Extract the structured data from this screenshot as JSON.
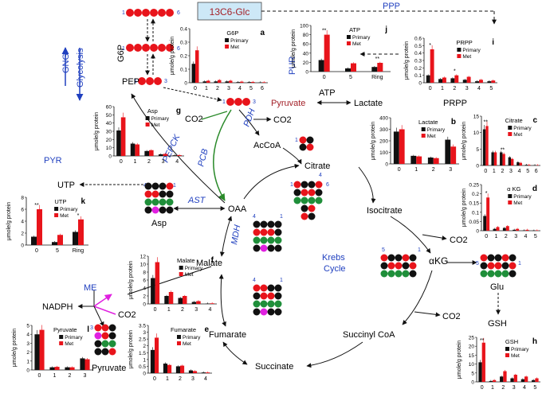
{
  "colors": {
    "red": "#e8141b",
    "black": "#111111",
    "green": "#1f8f3a",
    "magenta": "#e020e0",
    "blue": "#1f3fbf",
    "dark_red": "#a4222a",
    "path_green": "#2a8a2a",
    "glc_box": "#cde8f7"
  },
  "header": {
    "glc_label": "13C6-Glc",
    "ppp": "PPP",
    "pur": "PUR"
  },
  "metabolites": {
    "g6p": "G6P",
    "pep": "PEP",
    "pyruvate_top": "Pyruvate",
    "lactate": "Lactate",
    "atp": "ATP",
    "prpp": "PRPP",
    "co2_left": "CO2",
    "co2_right": "CO2",
    "accoa": "AcCoA",
    "citrate": "Citrate",
    "isocitrate": "Isocitrate",
    "co2_akg": "CO2",
    "akg": "αKG",
    "glu": "Glu",
    "gsh": "GSH",
    "co2_succ": "CO2",
    "succinyl_coa": "Succinyl CoA",
    "succinate": "Succinate",
    "fumarate": "Fumarate",
    "malate": "Malate",
    "oaa": "OAA",
    "asp": "Asp",
    "utp": "UTP",
    "nadph": "NADPH",
    "co2_me": "CO2",
    "pyruvate_bottom": "Pyruvate",
    "pyr": "PYR"
  },
  "enzymes": {
    "pdh": "PDH",
    "pcb": "PCB",
    "pepck": "PEPCK",
    "ast": "AST",
    "mdh": "MDH",
    "me": "ME",
    "krebs1": "Krebs",
    "krebs2": "Cycle"
  },
  "pathways": {
    "gng": "GNG",
    "glycolysis": "Glycolysis"
  },
  "atom_labels": {
    "glc_left": "1",
    "glc_right": "6",
    "g6p_left": "1",
    "g6p_right": "6",
    "pep_left": "1",
    "pep_right": "3",
    "pyr_left": "1",
    "pyr_right": "3",
    "ac_left": "1",
    "cit_top": "4",
    "cit_left": "1",
    "cit_right": "6",
    "akg_left": "5",
    "akg_right": "1",
    "glu_left": "5",
    "glu_right": "1",
    "oaa_left": "4",
    "oaa_right": "1",
    "mal1_left": "4",
    "mal1_right": "1",
    "mal2_left": "4",
    "mal2_right": "1",
    "pyrb_left": "3"
  },
  "common": {
    "ylabel": "μmole/g protein",
    "legend_primary": "Primary",
    "legend_met": "Met"
  },
  "chart_data": [
    {
      "id": "a",
      "type": "bar",
      "panel_letter": "a",
      "title": "G6P",
      "categories": [
        "0",
        "1",
        "2",
        "3",
        "4",
        "5",
        "6"
      ],
      "ylim": [
        0,
        0.4
      ],
      "yticks": [
        "0",
        "0.1",
        "0.2",
        "0.3",
        "0.4"
      ],
      "series": [
        {
          "name": "Primary",
          "values": [
            0.14,
            0.01,
            0.01,
            0.01,
            0.005,
            0.005,
            0.003
          ]
        },
        {
          "name": "Met",
          "values": [
            0.24,
            0.015,
            0.02,
            0.015,
            0.008,
            0.006,
            0.004
          ]
        }
      ],
      "annotations": []
    },
    {
      "id": "j",
      "type": "bar",
      "panel_letter": "j",
      "title": "ATP",
      "categories": [
        "0",
        "5",
        "Ring"
      ],
      "ylim": [
        0,
        100
      ],
      "yticks": [
        "0",
        "20",
        "40",
        "60",
        "80",
        "100"
      ],
      "series": [
        {
          "name": "Primary",
          "values": [
            25,
            7,
            10
          ]
        },
        {
          "name": "Met",
          "values": [
            80,
            18,
            19
          ]
        }
      ],
      "annotations": [
        "**",
        "**"
      ]
    },
    {
      "id": "i",
      "type": "bar",
      "panel_letter": "i",
      "title": "PRPP",
      "categories": [
        "0",
        "1",
        "2",
        "3",
        "4",
        "5"
      ],
      "ylim": [
        0,
        0.6
      ],
      "yticks": [
        "0",
        "0.1",
        "0.2",
        "0.3",
        "0.4",
        "0.5",
        "0.6"
      ],
      "series": [
        {
          "name": "Primary",
          "values": [
            0.1,
            0.05,
            0.06,
            0.04,
            0.02,
            0.02
          ]
        },
        {
          "name": "Met",
          "values": [
            0.45,
            0.07,
            0.1,
            0.08,
            0.04,
            0.03
          ]
        }
      ],
      "annotations": [
        "*",
        "*"
      ]
    },
    {
      "id": "g",
      "type": "bar",
      "panel_letter": "g",
      "title": "Asp",
      "categories": [
        "0",
        "1",
        "2",
        "3",
        "4"
      ],
      "ylim": [
        0,
        60
      ],
      "yticks": [
        "0",
        "10",
        "20",
        "30",
        "40",
        "50",
        "60"
      ],
      "series": [
        {
          "name": "Primary",
          "values": [
            31,
            15,
            6,
            2,
            0.8
          ]
        },
        {
          "name": "Met",
          "values": [
            47,
            14,
            7,
            2.5,
            1
          ]
        }
      ],
      "annotations": []
    },
    {
      "id": "b",
      "type": "bar",
      "panel_letter": "b",
      "title": "Lactate",
      "categories": [
        "0",
        "1",
        "2",
        "3"
      ],
      "ylim": [
        0,
        400
      ],
      "yticks": [
        "0",
        "100",
        "200",
        "300",
        "400"
      ],
      "series": [
        {
          "name": "Primary",
          "values": [
            280,
            70,
            55,
            210
          ]
        },
        {
          "name": "Met",
          "values": [
            300,
            65,
            50,
            150
          ]
        }
      ],
      "annotations": []
    },
    {
      "id": "c",
      "type": "bar",
      "panel_letter": "c",
      "title": "Citrate",
      "categories": [
        "0",
        "1",
        "2",
        "3",
        "4",
        "5",
        "6"
      ],
      "ylim": [
        0,
        15
      ],
      "yticks": [
        "0",
        "5",
        "10",
        "15"
      ],
      "series": [
        {
          "name": "Primary",
          "values": [
            11,
            4,
            4,
            2.5,
            1,
            0.2,
            0.1
          ]
        },
        {
          "name": "Met",
          "values": [
            12,
            4,
            3.5,
            2,
            0.8,
            0.2,
            0.1
          ]
        }
      ],
      "annotations": [
        "**",
        "**"
      ]
    },
    {
      "id": "d",
      "type": "bar",
      "panel_letter": "d",
      "title": "α KG",
      "categories": [
        "0",
        "1",
        "2",
        "3",
        "4",
        "5"
      ],
      "ylim": [
        0,
        0.25
      ],
      "yticks": [
        "0",
        "0.05",
        "0.1",
        "0.15",
        "0.2",
        "0.25"
      ],
      "series": [
        {
          "name": "Primary",
          "values": [
            0.08,
            0.01,
            0.015,
            0.005,
            0.002,
            0.001
          ]
        },
        {
          "name": "Met",
          "values": [
            0.18,
            0.02,
            0.025,
            0.01,
            0.005,
            0.002
          ]
        }
      ],
      "annotations": [
        "*"
      ]
    },
    {
      "id": "k",
      "type": "bar",
      "panel_letter": "k",
      "title": "UTP",
      "categories": [
        "0",
        "5",
        "Ring"
      ],
      "ylim": [
        0,
        8
      ],
      "yticks": [
        "0",
        "2",
        "4",
        "6",
        "8"
      ],
      "series": [
        {
          "name": "Primary",
          "values": [
            1.4,
            0.5,
            2.2
          ]
        },
        {
          "name": "Met",
          "values": [
            6,
            1.7,
            4.3
          ]
        }
      ],
      "annotations": [
        "**",
        "*"
      ]
    },
    {
      "id": "f",
      "type": "bar",
      "panel_letter": "f",
      "title": "Malate",
      "categories": [
        "0",
        "1",
        "2",
        "3",
        "4"
      ],
      "ylim": [
        0,
        12
      ],
      "yticks": [
        "0",
        "2",
        "4",
        "6",
        "8",
        "10",
        "12"
      ],
      "series": [
        {
          "name": "Primary",
          "values": [
            6.5,
            2,
            1.5,
            0.5,
            0.1
          ]
        },
        {
          "name": "Met",
          "values": [
            10.5,
            3,
            2,
            0.7,
            0.15
          ]
        }
      ],
      "annotations": []
    },
    {
      "id": "e",
      "type": "bar",
      "panel_letter": "e",
      "title": "Fumarate",
      "categories": [
        "0",
        "1",
        "2",
        "3",
        "4"
      ],
      "ylim": [
        0,
        3.5
      ],
      "yticks": [
        "0",
        "0.5",
        "1",
        "1.5",
        "2",
        "2.5",
        "3",
        "3.5"
      ],
      "series": [
        {
          "name": "Primary",
          "values": [
            1.7,
            0.7,
            0.5,
            0.2,
            0.05
          ]
        },
        {
          "name": "Met",
          "values": [
            2.6,
            0.6,
            0.55,
            0.15,
            0.05
          ]
        }
      ],
      "annotations": []
    },
    {
      "id": "l",
      "type": "bar",
      "panel_letter": "l",
      "title": "Pyruvate",
      "categories": [
        "0",
        "1",
        "2",
        "3"
      ],
      "ylim": [
        0,
        5
      ],
      "yticks": [
        "0",
        "1",
        "2",
        "3",
        "4",
        "5"
      ],
      "series": [
        {
          "name": "Primary",
          "values": [
            4,
            0.3,
            0.3,
            1.3
          ]
        },
        {
          "name": "Met",
          "values": [
            4.5,
            0.35,
            0.3,
            1.2
          ]
        }
      ],
      "annotations": []
    },
    {
      "id": "h",
      "type": "bar",
      "panel_letter": "h",
      "title": "GSH",
      "categories": [
        "0",
        "1",
        "2",
        "3",
        "4",
        "5"
      ],
      "ylim": [
        0,
        25
      ],
      "yticks": [
        "0",
        "5",
        "10",
        "15",
        "20",
        "25"
      ],
      "series": [
        {
          "name": "Primary",
          "values": [
            11,
            0.5,
            3,
            2,
            1.5,
            1
          ]
        },
        {
          "name": "Met",
          "values": [
            22,
            1,
            6,
            4,
            3,
            2
          ]
        }
      ],
      "annotations": [
        "**"
      ]
    }
  ]
}
